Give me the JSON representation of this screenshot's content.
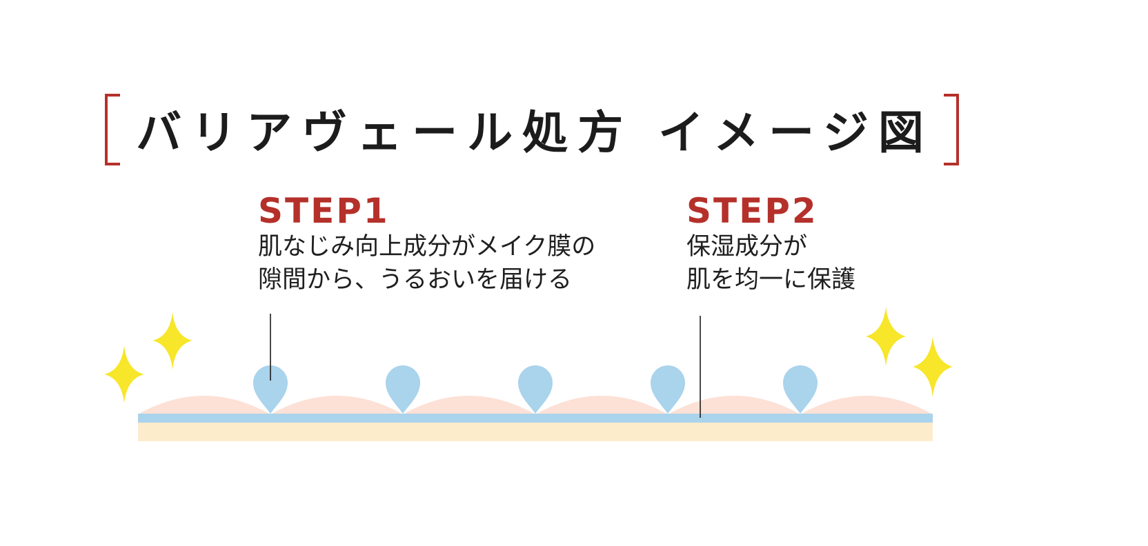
{
  "title": "バリアヴェール処方 イメージ図",
  "colors": {
    "accent": "#b5302a",
    "sparkle": "#f7e629",
    "droplet": "#aad3ec",
    "bump": "#fde1d6",
    "film": "#aad3ec",
    "base": "#fdeccc",
    "line": "#1a1a1a"
  },
  "steps": [
    {
      "label": "STEP1",
      "lines": [
        "肌なじみ向上成分がメイク膜の",
        "隙間から、うるおいを届ける"
      ]
    },
    {
      "label": "STEP2",
      "lines": [
        "保湿成分が",
        "肌を均一に保護"
      ]
    }
  ],
  "icons": [
    "sparkle-icon",
    "droplet-icon"
  ]
}
